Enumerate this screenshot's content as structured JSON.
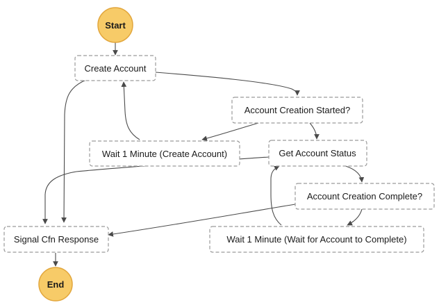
{
  "diagram": {
    "type": "state-machine",
    "colors": {
      "terminal_fill": "#f7cb68",
      "terminal_stroke": "#e2a63c",
      "state_border": "#9a9a9a",
      "edge": "#4a4a4a"
    },
    "nodes": {
      "start": "Start",
      "create_account": "Create Account",
      "account_creation_started": "Account Creation Started?",
      "wait_create_account": "Wait 1 Minute (Create Account)",
      "get_account_status": "Get Account Status",
      "account_creation_complete": "Account Creation Complete?",
      "signal_cfn_response": "Signal Cfn Response",
      "wait_account_complete": "Wait 1 Minute (Wait for Account to Complete)",
      "end": "End"
    },
    "edges": [
      [
        "start",
        "create_account"
      ],
      [
        "create_account",
        "account_creation_started"
      ],
      [
        "create_account",
        "signal_cfn_response"
      ],
      [
        "account_creation_started",
        "wait_create_account"
      ],
      [
        "account_creation_started",
        "get_account_status"
      ],
      [
        "wait_create_account",
        "create_account"
      ],
      [
        "get_account_status",
        "account_creation_complete"
      ],
      [
        "get_account_status",
        "signal_cfn_response"
      ],
      [
        "account_creation_complete",
        "signal_cfn_response"
      ],
      [
        "account_creation_complete",
        "wait_account_complete"
      ],
      [
        "wait_account_complete",
        "get_account_status"
      ],
      [
        "signal_cfn_response",
        "end"
      ]
    ]
  }
}
